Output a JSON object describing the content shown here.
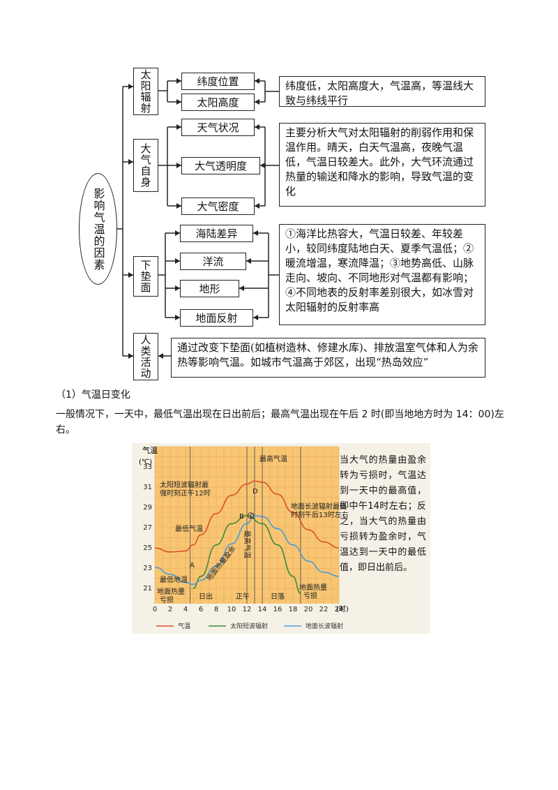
{
  "diagram": {
    "root": "影响气温的因素",
    "groups": [
      {
        "title": "太阳辐射",
        "items": [
          "纬度位置",
          "太阳高度"
        ],
        "desc": "纬度低，太阳高度大，气温高，等温线大致与纬线平行"
      },
      {
        "title": "大气自身",
        "items": [
          "天气状况",
          "大气透明度",
          "大气密度"
        ],
        "desc": "主要分析大气对太阳辐射的削弱作用和保温作用。晴天，白天气温高，夜晚气温低，气温日较差大。此外，大气环流通过热量的输送和降水的影响，导致气温的变化"
      },
      {
        "title": "下垫面",
        "items": [
          "海陆差异",
          "洋流",
          "地形",
          "地面反射"
        ],
        "desc": "①海洋比热容大，气温日较差、年较差小，较同纬度陆地白天、夏季气温低；②暖流增温，寒流降温；③地势高低、山脉走向、坡向、不同地形对气温都有影响；④不同地表的反射率差别很大，如冰雪对太阳辐射的反射率高"
      },
      {
        "title": "人类活动",
        "items": [],
        "desc": "通过改变下垫面(如植树造林、修建水库)、排放温室气体和人为余热等影响气温。如城市气温高于郊区，出现“热岛效应”"
      }
    ]
  },
  "section_heading": "（1）气温日变化",
  "paragraph": "一般情况下，一天中，最低气温出现在日出前后；最高气温出现在午后 2 时(即当地地方时为 14：00)左右。",
  "chart_data": {
    "type": "line",
    "ylabel_top": "气温",
    "ylabel_unit": "(℃)",
    "xlabel": "(时)",
    "x_ticks": [
      0,
      2,
      4,
      6,
      8,
      10,
      12,
      14,
      16,
      18,
      20,
      22,
      24
    ],
    "y_ticks": [
      21,
      23,
      25,
      27,
      29,
      31,
      33
    ],
    "xlim": [
      0,
      24
    ],
    "ylim": [
      19.5,
      35
    ],
    "series": [
      {
        "name": "气温",
        "color": "#d8502a",
        "x": [
          0,
          2,
          4,
          5,
          6,
          8,
          10,
          12,
          13,
          14,
          16,
          18,
          20,
          22,
          24
        ],
        "y": [
          25.0,
          24.6,
          24.7,
          25.3,
          26.3,
          28.4,
          30.2,
          31.3,
          31.6,
          31.5,
          30.3,
          28.5,
          26.8,
          25.6,
          25.0
        ]
      },
      {
        "name": "太阳短波辐射",
        "color": "#3c8a3c",
        "x": [
          5,
          6,
          8,
          10,
          12,
          14,
          16,
          18,
          19
        ],
        "y": [
          21.0,
          22.2,
          25.3,
          27.4,
          28.2,
          27.4,
          25.3,
          22.2,
          20.5
        ]
      },
      {
        "name": "地面长波辐射",
        "color": "#4a9bd8",
        "x": [
          0,
          2,
          4,
          5,
          6,
          8,
          10,
          12,
          13,
          14,
          16,
          18,
          20,
          22,
          24
        ],
        "y": [
          23.1,
          22.4,
          21.6,
          21.4,
          21.8,
          23.2,
          25.4,
          27.4,
          28.2,
          28.1,
          26.9,
          25.3,
          23.7,
          22.6,
          22.2
        ]
      }
    ],
    "annotations": {
      "sun_max": "太阳短波辐射最强时刻正午12时",
      "temp_max": "最高气温",
      "ground_max": "地面长波辐射最强时刻午后13时左右",
      "temp_min": "最低气温",
      "ground_min": "最低地温",
      "deficit_left": "地面热量亏损",
      "deficit_right": "地面热量亏损",
      "surplus": "地面热量盈余",
      "peak": "最高气温",
      "sunrise": "日出",
      "noon": "正午",
      "sunset": "日落",
      "A": "A",
      "B": "B",
      "C": "C",
      "D": "D"
    }
  },
  "side_note": "当大气的热量由盈余转为亏损时，气温达到一天中的最高值，即中午14时左右；反之，当大气的热量由亏损转为盈余时，气温达到一天中的最低值，即日出前后。"
}
